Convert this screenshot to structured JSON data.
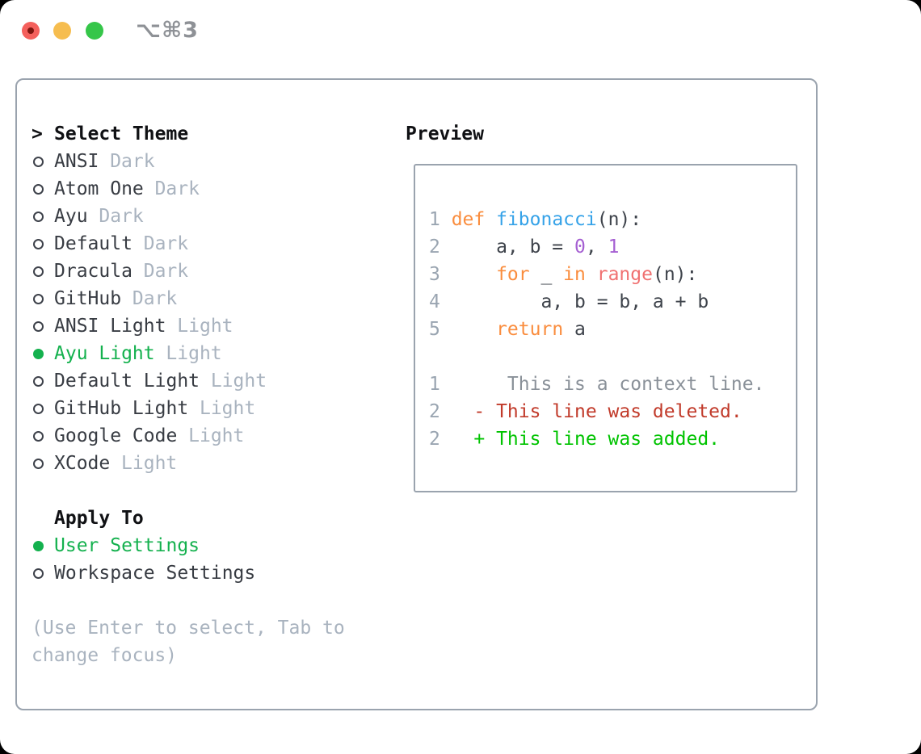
{
  "window": {
    "title": "⌥⌘3"
  },
  "colors": {
    "accent_green": "#14b14e",
    "diff_added": "#00c300",
    "diff_deleted": "#c13a2a",
    "diff_context": "#8a9199",
    "syntax_keyword": "#fa8d3e",
    "syntax_function": "#35a2e8",
    "syntax_number": "#a55fd2",
    "syntax_builtin": "#f07171",
    "line_number": "#9aa5b1",
    "panel_border": "#9aa3ae",
    "muted_text": "#a9b3bf",
    "traffic_red": "#f4605c",
    "traffic_yellow": "#f6bd4f",
    "traffic_green": "#35c649"
  },
  "theme_selector": {
    "focus_marker": ">",
    "header": "Select Theme",
    "themes": [
      {
        "name": "ANSI",
        "variant": "Dark",
        "selected": false
      },
      {
        "name": "Atom One",
        "variant": "Dark",
        "selected": false
      },
      {
        "name": "Ayu",
        "variant": "Dark",
        "selected": false
      },
      {
        "name": "Default",
        "variant": "Dark",
        "selected": false
      },
      {
        "name": "Dracula",
        "variant": "Dark",
        "selected": false
      },
      {
        "name": "GitHub",
        "variant": "Dark",
        "selected": false
      },
      {
        "name": "ANSI Light",
        "variant": "Light",
        "selected": false
      },
      {
        "name": "Ayu Light",
        "variant": "Light",
        "selected": true
      },
      {
        "name": "Default Light",
        "variant": "Light",
        "selected": false
      },
      {
        "name": "GitHub Light",
        "variant": "Light",
        "selected": false
      },
      {
        "name": "Google Code",
        "variant": "Light",
        "selected": false
      },
      {
        "name": "XCode",
        "variant": "Light",
        "selected": false
      }
    ],
    "apply_to": {
      "header": "Apply To",
      "options": [
        {
          "label": "User Settings",
          "selected": true
        },
        {
          "label": "Workspace Settings",
          "selected": false
        }
      ]
    },
    "help_lines": [
      "(Use Enter to select, Tab to",
      "change focus)"
    ]
  },
  "preview": {
    "header": "Preview",
    "code_lines": [
      {
        "num": "1",
        "segments": [
          {
            "text": "def",
            "color": "keyword"
          },
          {
            "text": " ",
            "color": "plain"
          },
          {
            "text": "fibonacci",
            "color": "function"
          },
          {
            "text": "(n):",
            "color": "plain"
          }
        ]
      },
      {
        "num": "2",
        "segments": [
          {
            "text": "    a, b = ",
            "color": "plain"
          },
          {
            "text": "0",
            "color": "number"
          },
          {
            "text": ", ",
            "color": "plain"
          },
          {
            "text": "1",
            "color": "number"
          }
        ]
      },
      {
        "num": "3",
        "segments": [
          {
            "text": "    ",
            "color": "plain"
          },
          {
            "text": "for",
            "color": "keyword"
          },
          {
            "text": " _ ",
            "color": "plain"
          },
          {
            "text": "in",
            "color": "keyword"
          },
          {
            "text": " ",
            "color": "plain"
          },
          {
            "text": "range",
            "color": "builtin"
          },
          {
            "text": "(n):",
            "color": "plain"
          }
        ]
      },
      {
        "num": "4",
        "segments": [
          {
            "text": "        a, b = b, a + b",
            "color": "plain"
          }
        ]
      },
      {
        "num": "5",
        "segments": [
          {
            "text": "    ",
            "color": "plain"
          },
          {
            "text": "return",
            "color": "keyword"
          },
          {
            "text": " a",
            "color": "plain"
          }
        ]
      },
      {
        "num": "",
        "segments": []
      },
      {
        "num": "1",
        "segments": [
          {
            "text": "     This is a context line.",
            "color": "context"
          }
        ]
      },
      {
        "num": "2",
        "segments": [
          {
            "text": "  - This line was deleted.",
            "color": "deleted"
          }
        ]
      },
      {
        "num": "2",
        "segments": [
          {
            "text": "  + This line was added.",
            "color": "added"
          }
        ]
      }
    ]
  }
}
